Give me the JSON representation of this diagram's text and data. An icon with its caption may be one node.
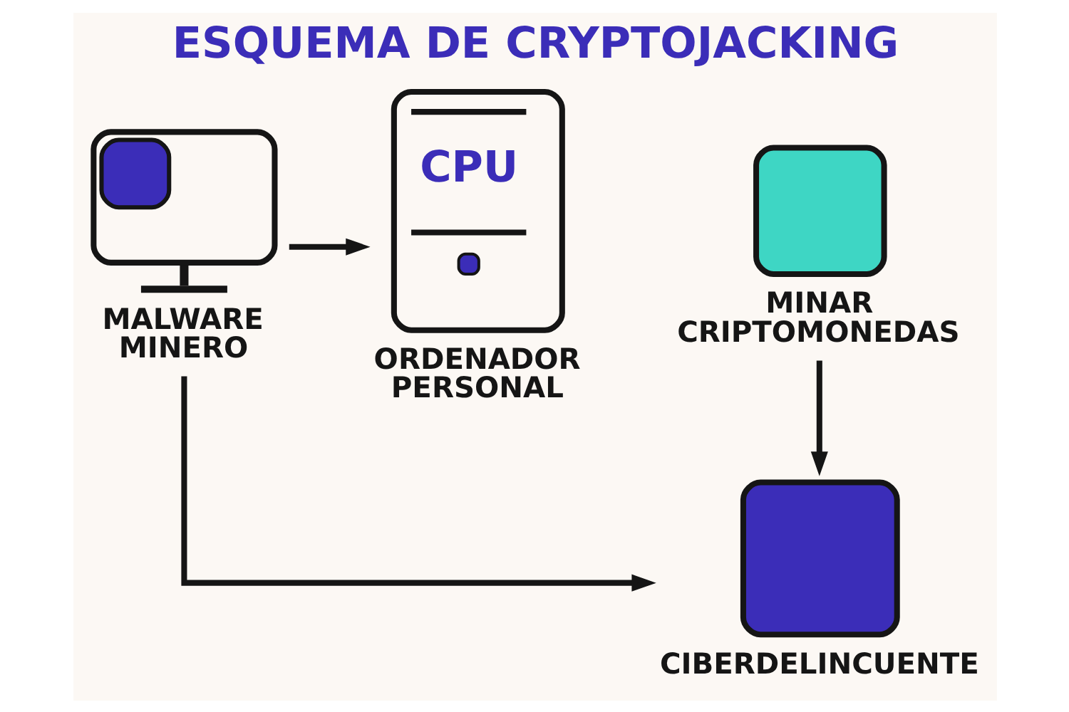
{
  "diagram": {
    "title": "ESQUEMA DE CRYPTOJACKING",
    "nodes": [
      {
        "text": [
          "MALWARE MINERO"
        ]
      },
      {
        "text": [
          "CPU",
          "ORDENADOR PERSONAL"
        ]
      },
      {
        "text": [
          "MINAR CRIPTOMONEDAS"
        ]
      },
      {
        "text": [
          "CIBERDELINCUENTE"
        ]
      }
    ],
    "edges": [
      {
        "from": 0,
        "to": 1,
        "arrow": "to"
      },
      {
        "from": 2,
        "to": 3,
        "arrow": "to"
      },
      {
        "from": 0,
        "to": 3,
        "arrow": "to"
      }
    ]
  }
}
